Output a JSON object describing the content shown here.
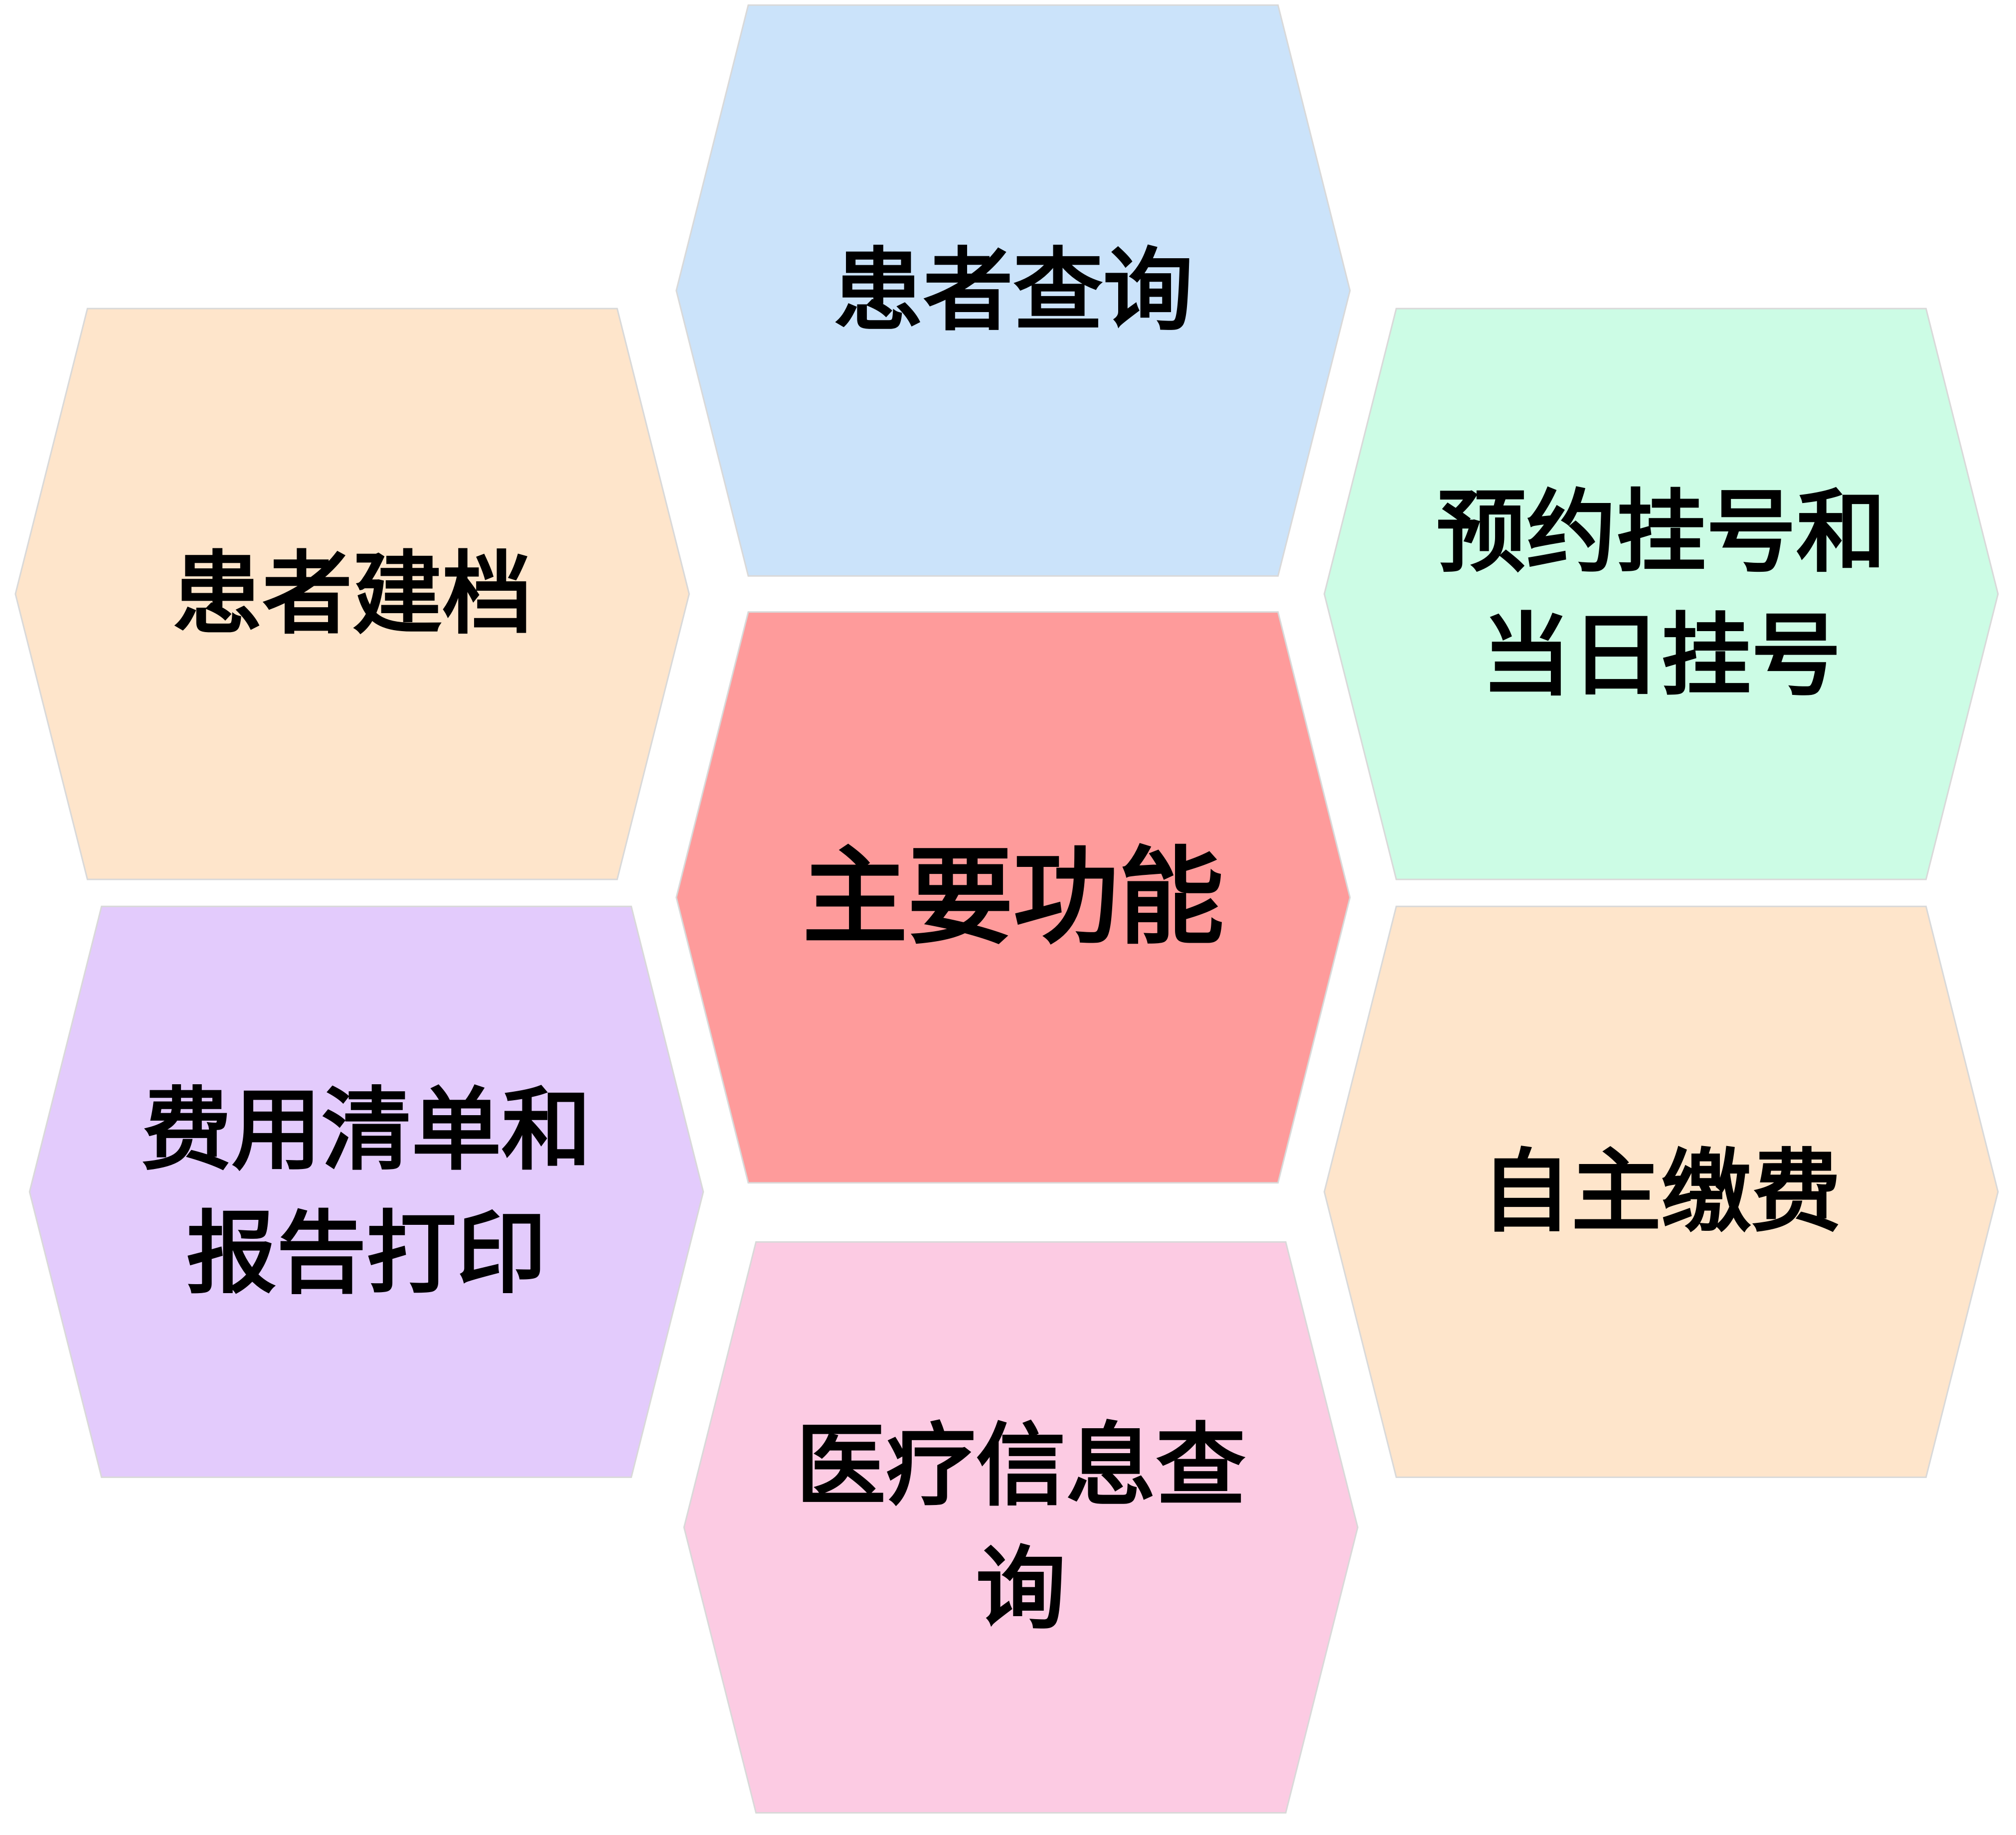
{
  "diagram": {
    "center": {
      "label_lines": [
        "主要功能"
      ],
      "color": "#FE9B9B"
    },
    "nodes": [
      {
        "id": "patient-query",
        "label_lines": [
          "患者查询"
        ],
        "color": "#CBE3FA"
      },
      {
        "id": "appointment-registration",
        "label_lines": [
          "预约挂号和",
          "当日挂号"
        ],
        "color": "#CCFCE5"
      },
      {
        "id": "self-payment",
        "label_lines": [
          "自主缴费"
        ],
        "color": "#FEE5CB"
      },
      {
        "id": "medical-info-query",
        "label_lines": [
          "医疗信息查",
          "询"
        ],
        "color": "#FCCBE3"
      },
      {
        "id": "bill-report-print",
        "label_lines": [
          "费用清单和",
          "报告打印"
        ],
        "color": "#E3CBFC"
      },
      {
        "id": "patient-registration",
        "label_lines": [
          "患者建档"
        ],
        "color": "#FEE5CB"
      }
    ]
  }
}
